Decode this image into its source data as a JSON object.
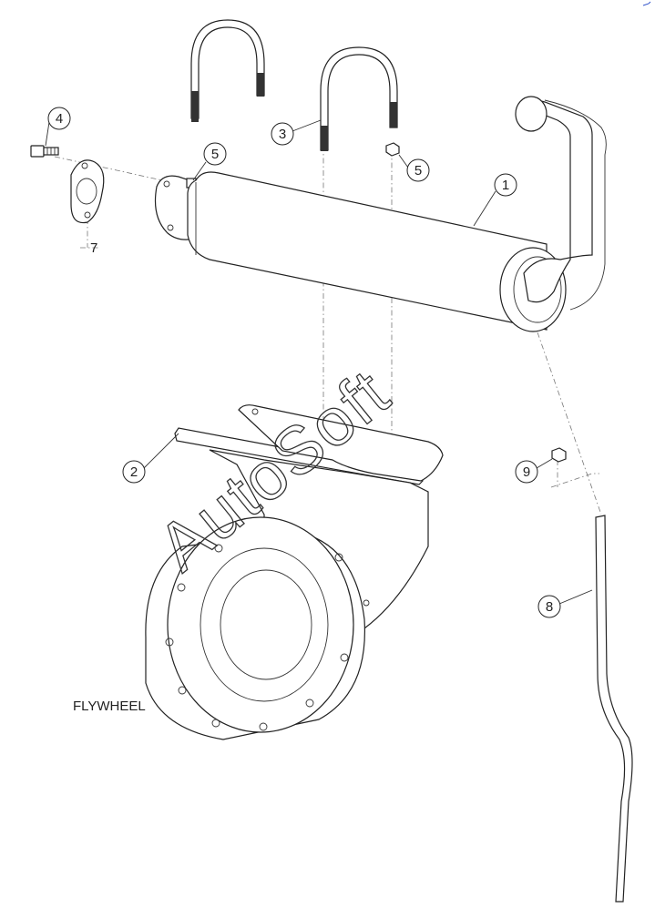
{
  "callouts": [
    {
      "id": "c1",
      "label": "1"
    },
    {
      "id": "c2",
      "label": "2"
    },
    {
      "id": "c3",
      "label": "3"
    },
    {
      "id": "c4",
      "label": "4"
    },
    {
      "id": "c5a",
      "label": "5"
    },
    {
      "id": "c5b",
      "label": "5"
    },
    {
      "id": "c7",
      "label": "7"
    },
    {
      "id": "c8",
      "label": "8"
    },
    {
      "id": "c9",
      "label": "9"
    }
  ],
  "labels": {
    "flywheel": "FLYWHEEL"
  },
  "watermark": {
    "text": "AutoSoft",
    "color": "#333333"
  },
  "colors": {
    "line": "#222222",
    "leader": "#777777",
    "background": "#ffffff"
  }
}
